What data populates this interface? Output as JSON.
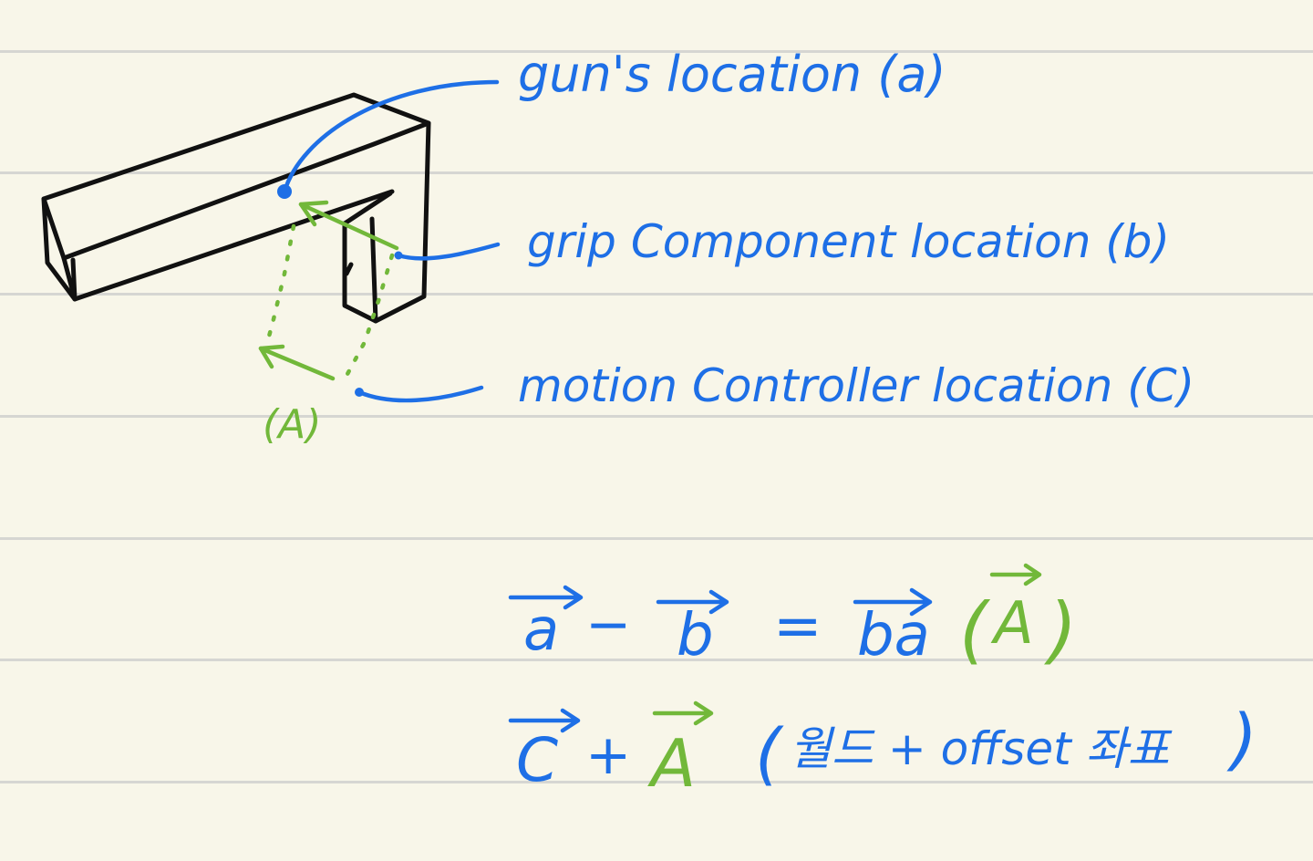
{
  "labels": {
    "gun_location": "gun's location (a)",
    "grip_location": "grip Component location (b)",
    "controller_location": "motion Controller location (C)",
    "offset_vector": "(A)"
  },
  "equations": {
    "line1": {
      "a": "a",
      "minus": "−",
      "b": "b",
      "equals": "=",
      "ba": "ba",
      "open_paren": "(",
      "A": "A",
      "close_paren": ")"
    },
    "line2": {
      "c": "C",
      "plus": "+",
      "A": "A",
      "note_open": "(",
      "note": "월드 + offset 좌표",
      "note_close": ")"
    }
  },
  "colors": {
    "ink_blue": "#1e6fe6",
    "ink_green": "#72b83a",
    "ink_black": "#111111",
    "paper": "#f8f6e9",
    "rule": "#d6d6d2"
  }
}
